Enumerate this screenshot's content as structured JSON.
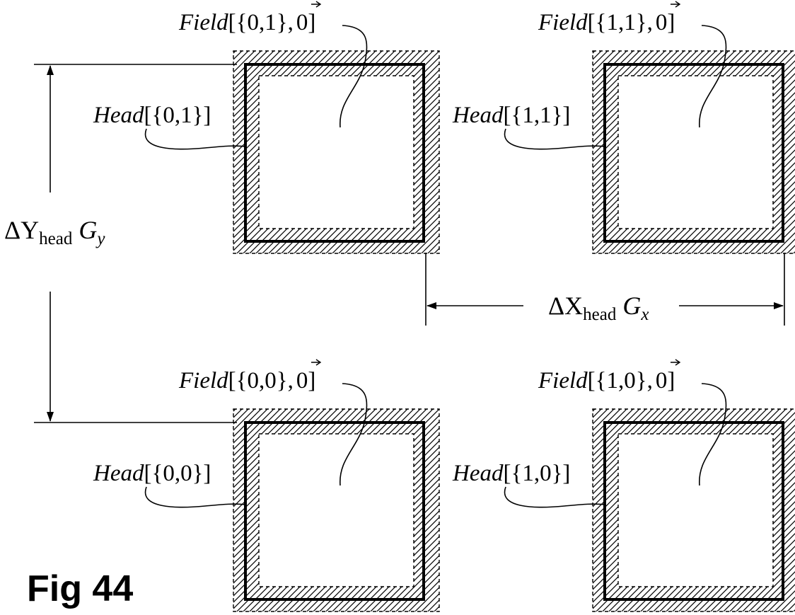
{
  "figure_label": "Fig 44",
  "dimension_labels": {
    "dy": {
      "symbol": "ΔY",
      "subscript": "head",
      "factor": "G",
      "factor_subscript": "y"
    },
    "dx": {
      "symbol": "ΔX",
      "subscript": "head",
      "factor": "G",
      "factor_subscript": "x"
    }
  },
  "cells": [
    {
      "field_name": "Field",
      "field_index": "[{0,1},",
      "field_vec": "0",
      "field_close": "]",
      "head_name": "Head",
      "head_index": "[{0,1}]"
    },
    {
      "field_name": "Field",
      "field_index": "[{1,1},",
      "field_vec": "0",
      "field_close": "]",
      "head_name": "Head",
      "head_index": "[{1,1}]"
    },
    {
      "field_name": "Field",
      "field_index": "[{0,0},",
      "field_vec": "0",
      "field_close": "]",
      "head_name": "Head",
      "head_index": "[{0,0}]"
    },
    {
      "field_name": "Field",
      "field_index": "[{1,0},",
      "field_vec": "0",
      "field_close": "]",
      "head_name": "Head",
      "head_index": "[{1,0}]"
    }
  ]
}
